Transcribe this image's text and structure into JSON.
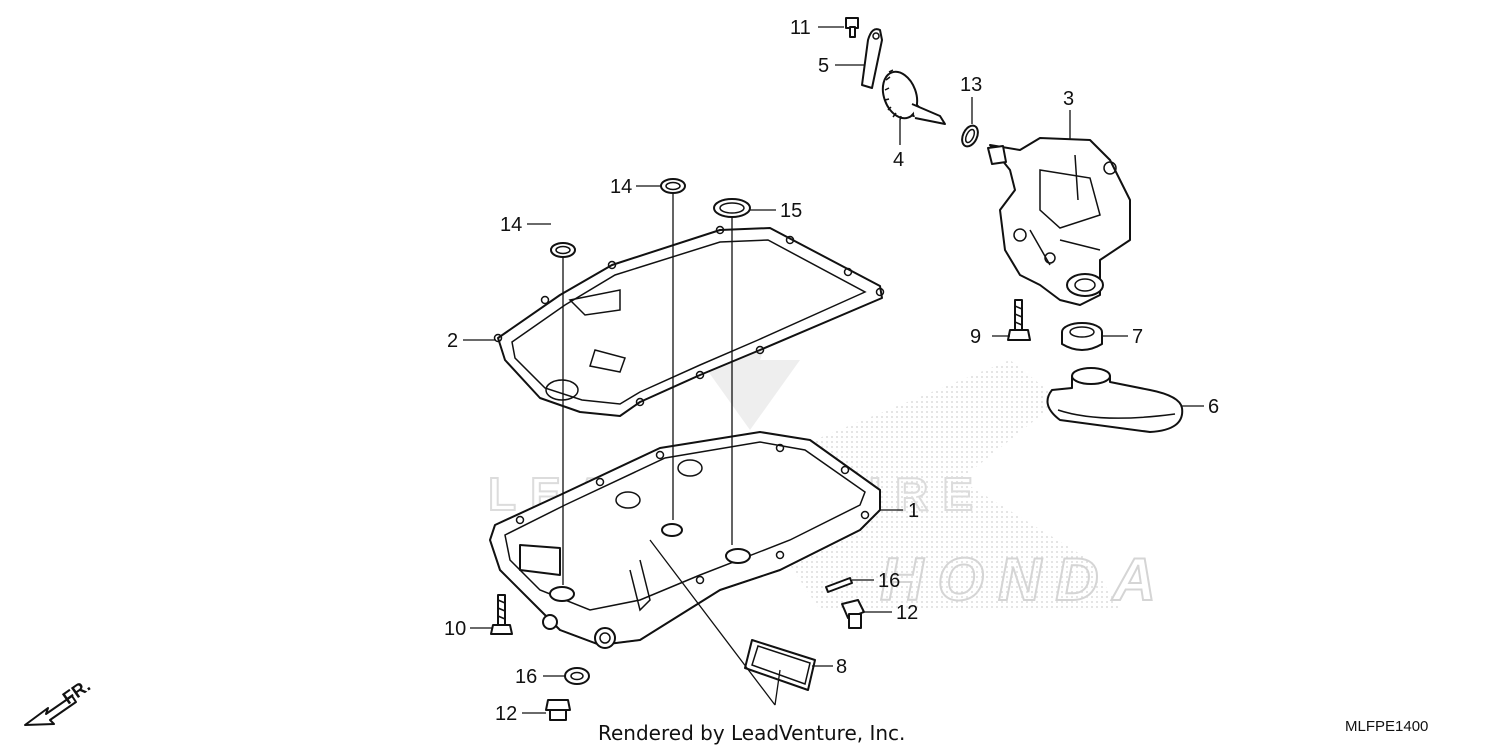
{
  "diagram": {
    "watermark_text": "LEADVENTURE",
    "watermark_brand": "HONDA",
    "footer_text": "Rendered by LeadVenture, Inc.",
    "diagram_code": "MLFPE1400",
    "direction_label": "FR.",
    "callouts": {
      "c1": "1",
      "c2": "2",
      "c3": "3",
      "c4": "4",
      "c5": "5",
      "c6": "6",
      "c7": "7",
      "c8": "8",
      "c9": "9",
      "c10": "10",
      "c11": "11",
      "c12a": "12",
      "c12b": "12",
      "c13": "13",
      "c14a": "14",
      "c14b": "14",
      "c15": "15",
      "c16a": "16",
      "c16b": "16"
    }
  }
}
